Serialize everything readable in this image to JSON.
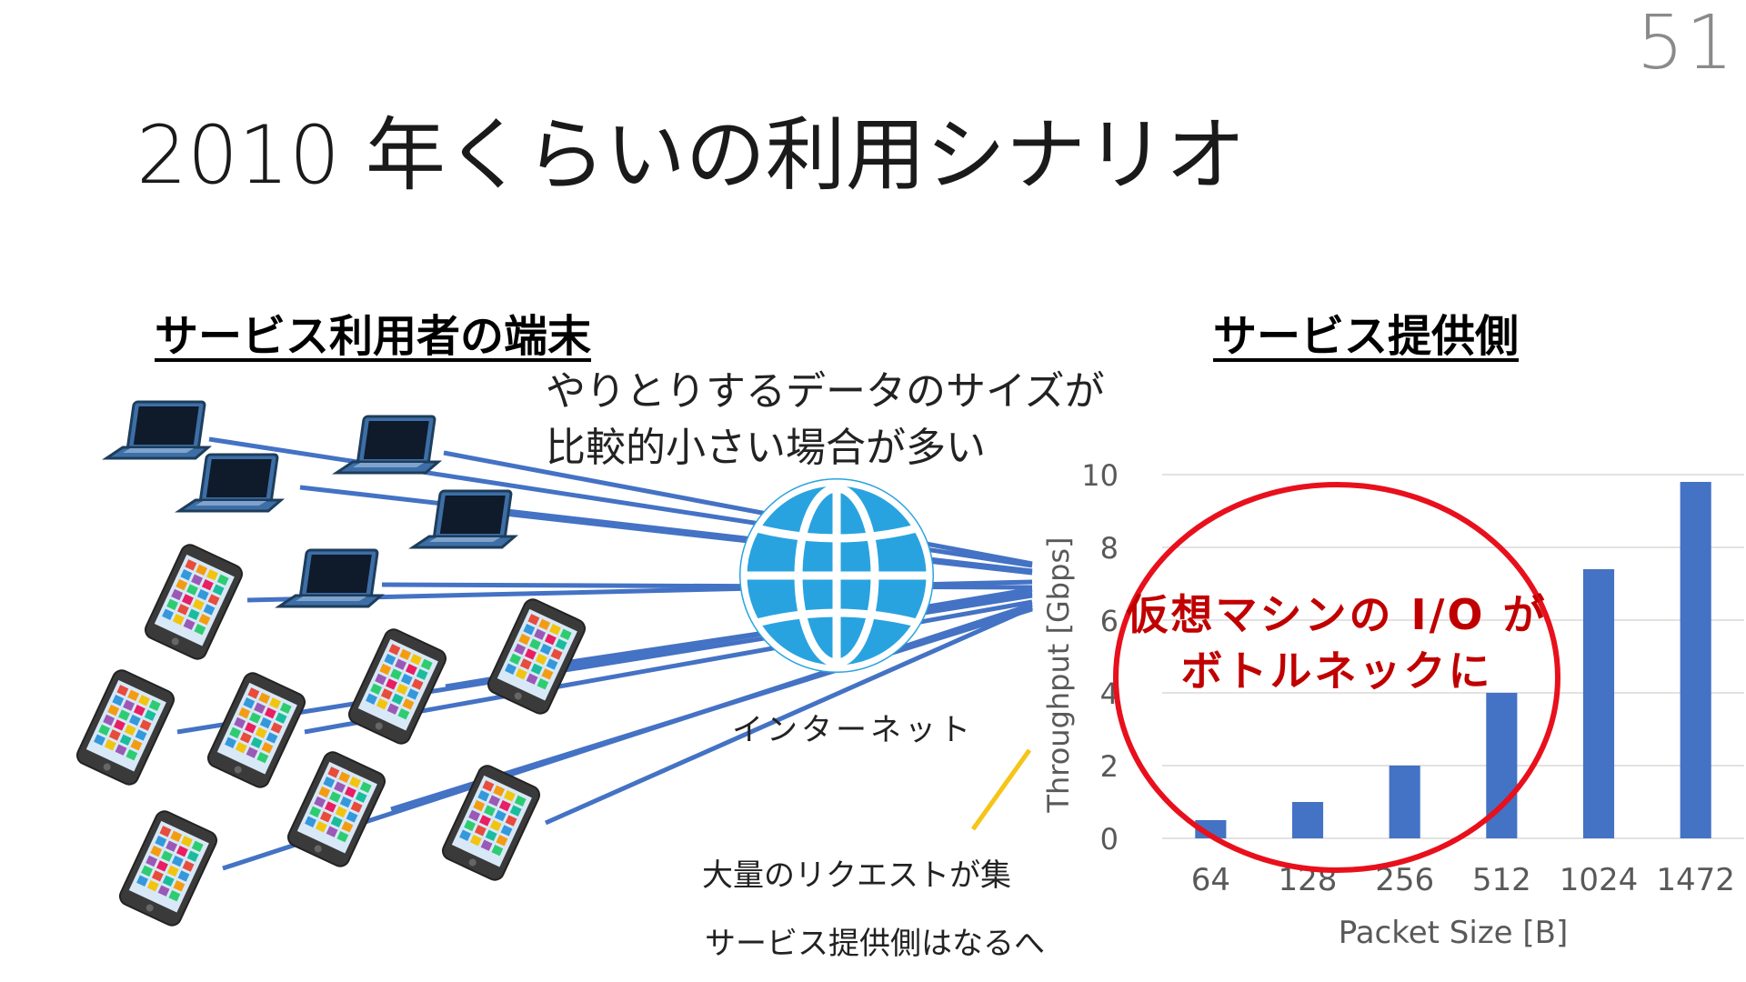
{
  "page_number": "51",
  "title": "2010 年くらいの利用シナリオ",
  "headings": {
    "left": "サービス利用者の端末",
    "right": "サービス提供側"
  },
  "note": {
    "line1": "やりとりするデータのサイズが",
    "line2": "比較的小さい場合が多い"
  },
  "labels": {
    "internet": "インターネット",
    "requests": "大量のリクエストが集",
    "provider": "サービス提供側はなるへ"
  },
  "annotation": {
    "line1": "仮想マシンの I/O が",
    "line2": "ボトルネックに",
    "color": "#c00000"
  },
  "icons": {
    "globe": "globe-icon",
    "laptop": "laptop-icon",
    "smartphone": "smartphone-icon"
  },
  "colors": {
    "connection_lines": "#4472c4",
    "bars": "#4472c4",
    "globe": "#29a3df",
    "highlight_line": "#f5c518",
    "annotation": "#c00000"
  },
  "chart_data": {
    "type": "bar",
    "categories": [
      "64",
      "128",
      "256",
      "512",
      "1024",
      "1472"
    ],
    "values": [
      0.5,
      1.0,
      2.0,
      4.0,
      7.4,
      9.8
    ],
    "xlabel": "Packet Size [B]",
    "ylabel": "Throughput [Gbps]",
    "ylim": [
      0,
      10
    ],
    "yticks": [
      0,
      2,
      4,
      6,
      8,
      10
    ],
    "grid": true,
    "color": "#4472c4"
  }
}
